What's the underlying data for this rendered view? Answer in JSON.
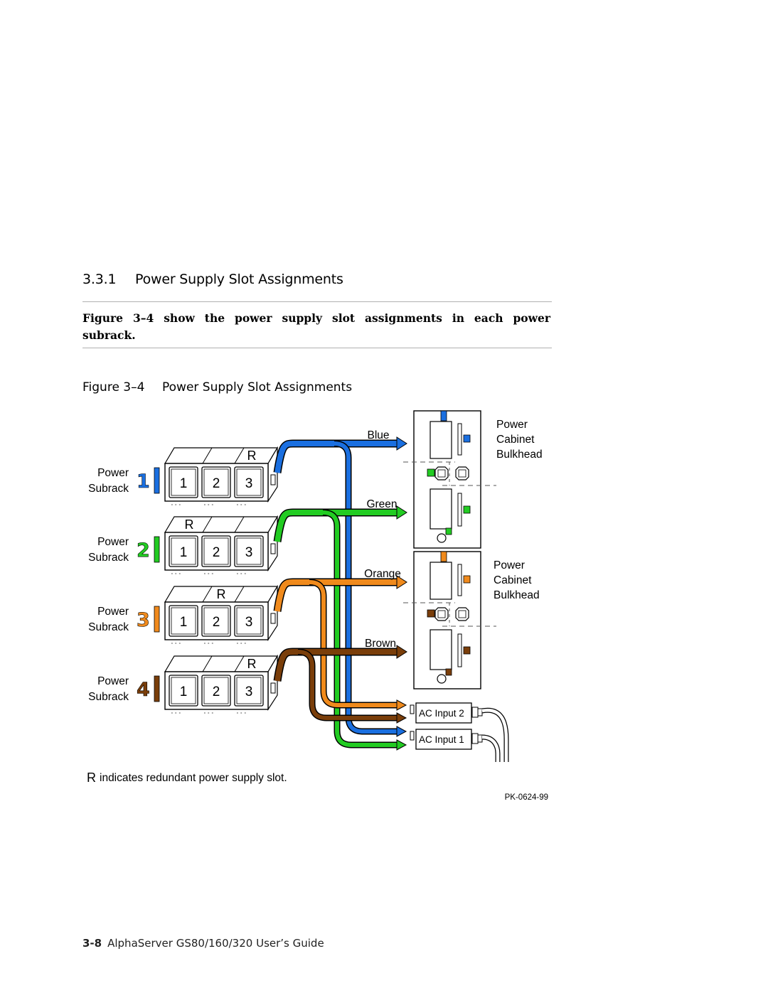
{
  "section": {
    "number": "3.3.1",
    "title": "Power Supply Slot Assignments",
    "intro": "Figure 3–4 show the power supply slot assignments in each power subrack."
  },
  "figure": {
    "label": "Figure 3–4",
    "title": "Power Supply Slot Assignments",
    "subracks": [
      {
        "label_line1": "Power",
        "label_line2": "Subrack",
        "number": "1",
        "color": "#1a6fe0",
        "slots": [
          "1",
          "2",
          "3"
        ],
        "redundant": "R"
      },
      {
        "label_line1": "Power",
        "label_line2": "Subrack",
        "number": "2",
        "color": "#22cc22",
        "slots": [
          "1",
          "2",
          "3"
        ],
        "redundant": "R"
      },
      {
        "label_line1": "Power",
        "label_line2": "Subrack",
        "number": "3",
        "color": "#f08a1c",
        "slots": [
          "1",
          "2",
          "3"
        ],
        "redundant": "R"
      },
      {
        "label_line1": "Power",
        "label_line2": "Subrack",
        "number": "4",
        "color": "#7a3e0a",
        "slots": [
          "1",
          "2",
          "3"
        ],
        "redundant": "R"
      }
    ],
    "cables": [
      {
        "name": "Blue",
        "color": "#1a6fe0"
      },
      {
        "name": "Green",
        "color": "#22cc22"
      },
      {
        "name": "Orange",
        "color": "#f08a1c"
      },
      {
        "name": "Brown",
        "color": "#7a3e0a"
      }
    ],
    "bulkheads": [
      {
        "line1": "Power",
        "line2": "Cabinet",
        "line3": "Bulkhead"
      },
      {
        "line1": "Power",
        "line2": "Cabinet",
        "line3": "Bulkhead"
      }
    ],
    "ac_inputs": [
      "AC Input 2",
      "AC Input 1"
    ],
    "legend_letter": "R",
    "legend_text": "indicates redundant power supply slot.",
    "figure_id": "PK-0624-99"
  },
  "footer": {
    "page": "3-8",
    "title": "AlphaServer GS80/160/320 User’s Guide"
  }
}
